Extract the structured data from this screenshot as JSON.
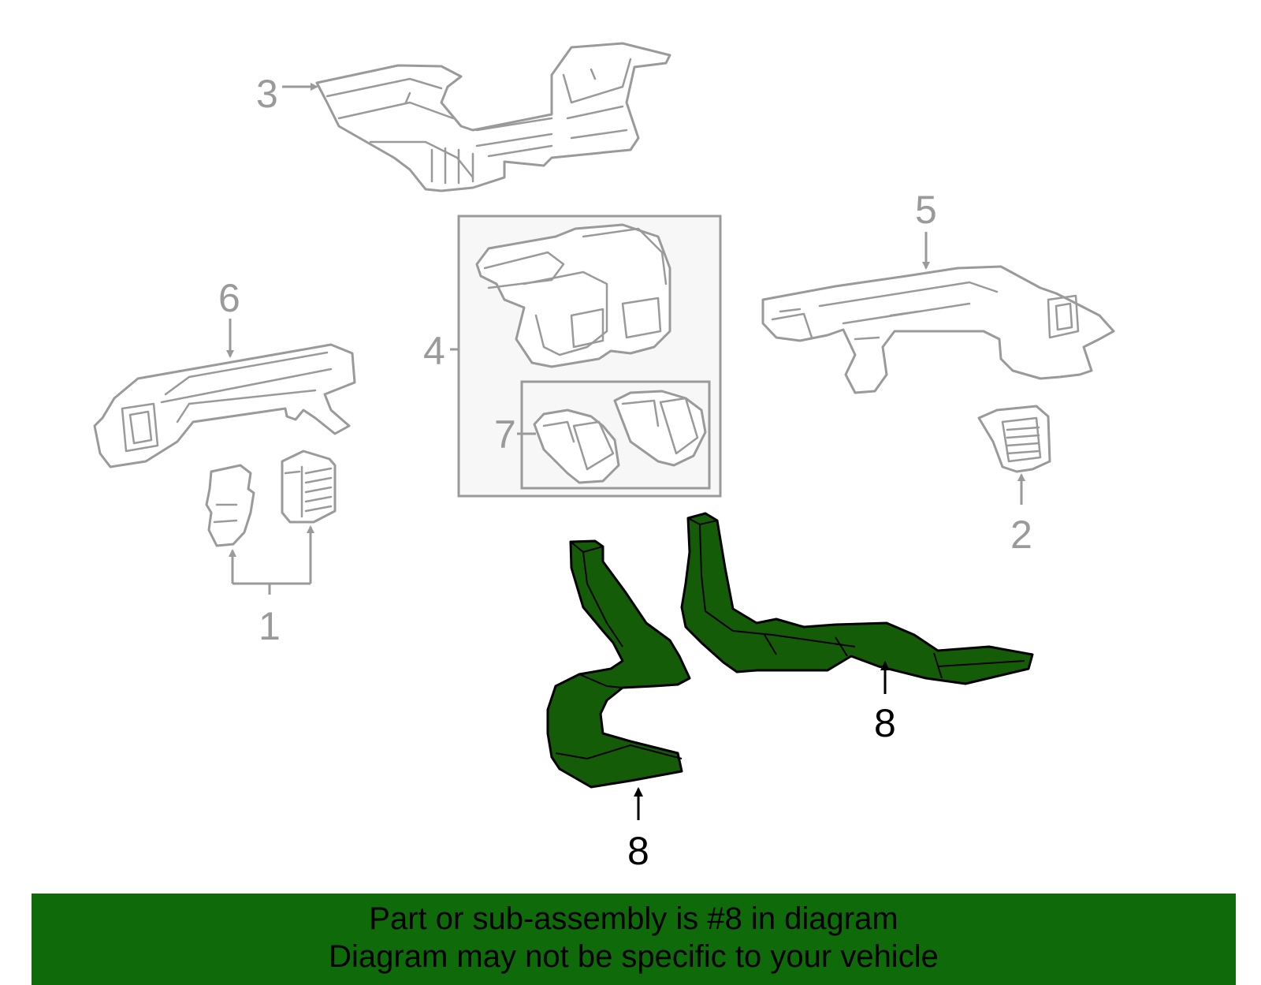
{
  "callouts": {
    "c1": "1",
    "c2": "2",
    "c3": "3",
    "c4": "4",
    "c5": "5",
    "c6": "6",
    "c7": "7",
    "c8a": "8",
    "c8b": "8"
  },
  "banner": {
    "line1": "Part or sub-assembly is #8 in diagram",
    "line2": "Diagram may not be specific to your vehicle"
  },
  "colors": {
    "highlight_part": "#155c09",
    "banner_background": "#0f6a0a",
    "callout_gray": "#9a9a9a"
  }
}
